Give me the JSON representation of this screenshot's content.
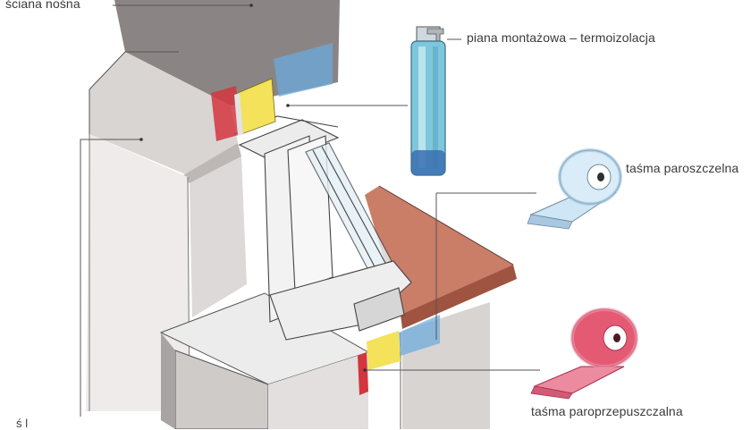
{
  "diagram": {
    "labels": {
      "load_bearing_wall": "ściana nośna",
      "mounting_foam": "piana montażowa – termoizolacja",
      "vapor_barrier_tape": "taśma paroszczelna",
      "vapor_permeable_tape": "taśma paroprzepuszczalna",
      "bottom_partial": "ś  l"
    },
    "colors": {
      "wall": "#e6e3e1",
      "wall_shadow": "#a9a5a4",
      "lintel": "#6f6a69",
      "sill": "#c46f57",
      "foam_yellow": "#f3e25a",
      "insulation_blue": "#6aa9dc",
      "vapor_tape_blue": "#cfe6f6",
      "perm_tape_red": "#e55a73",
      "tape_accent_red": "#d3363e",
      "can_cyan": "#7ec6dc"
    }
  }
}
